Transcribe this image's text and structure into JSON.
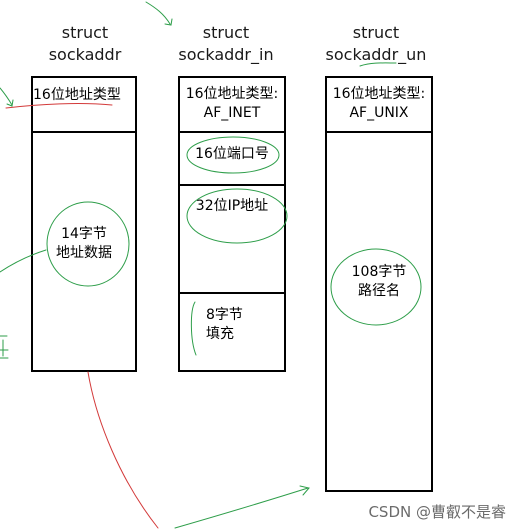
{
  "structs": [
    {
      "title_line1": "struct",
      "title_line2": "sockaddr",
      "fields": [
        {
          "line1": "16位地址类型",
          "line2": ""
        },
        {
          "line1": "14字节",
          "line2": "地址数据"
        }
      ]
    },
    {
      "title_line1": "struct",
      "title_line2": "sockaddr_in",
      "fields": [
        {
          "line1": "16位地址类型:",
          "line2": "AF_INET"
        },
        {
          "line1": "16位端口号",
          "line2": ""
        },
        {
          "line1": "32位IP地址",
          "line2": ""
        },
        {
          "line1": "8字节",
          "line2": "填充"
        }
      ]
    },
    {
      "title_line1": "struct",
      "title_line2": "sockaddr_un",
      "fields": [
        {
          "line1": "16位地址类型:",
          "line2": "AF_UNIX"
        },
        {
          "line1": "108字节",
          "line2": "路径名"
        }
      ]
    }
  ],
  "watermark": "CSDN @曹叡不是睿",
  "annotation_colors": {
    "green": "#2e9e4a",
    "red": "#d33a3a"
  }
}
